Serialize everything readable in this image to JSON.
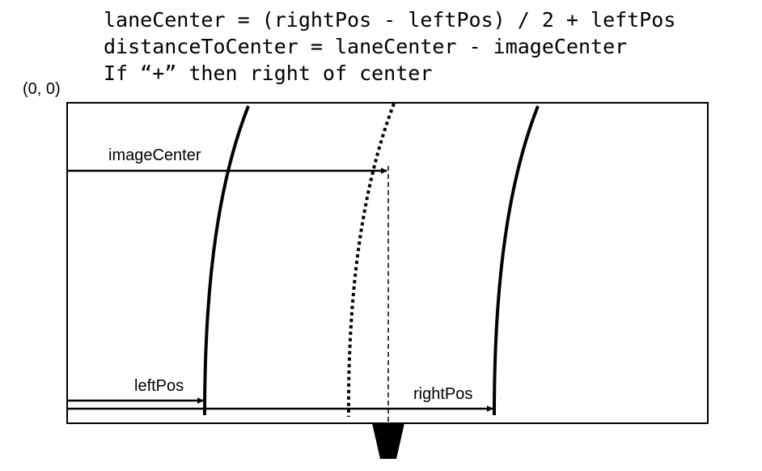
{
  "formulas": {
    "line1": "laneCenter = (rightPos - leftPos) / 2 + leftPos",
    "line2": "distanceToCenter = laneCenter - imageCenter",
    "line3": "If “+” then right of center"
  },
  "labels": {
    "origin": "(0, 0)",
    "image_center": "imageCenter",
    "left_pos": "leftPos",
    "right_pos": "rightPos"
  },
  "colors": {
    "stroke": "#000000",
    "background": "#ffffff"
  }
}
